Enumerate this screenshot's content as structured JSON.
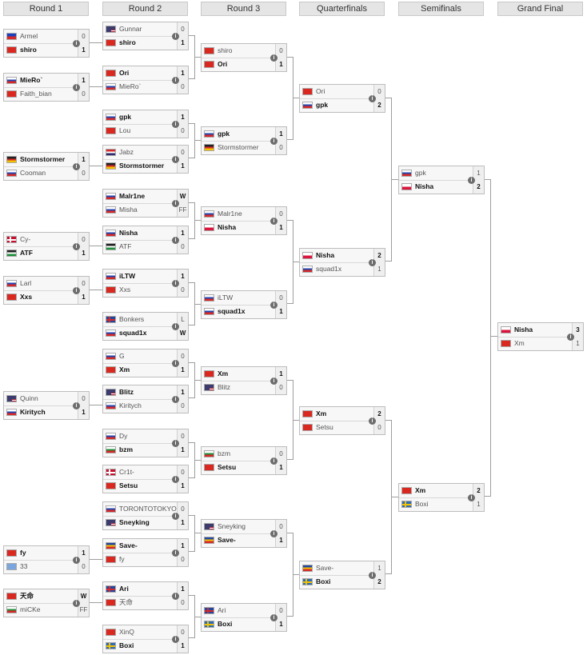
{
  "rounds": [
    "Round 1",
    "Round 2",
    "Round 3",
    "Quarterfinals",
    "Semifinals",
    "Grand Final"
  ],
  "flags": {
    "PH": [
      "#1a3fbf",
      "#d62828"
    ],
    "CN": [
      "#d8281f",
      "#d8281f"
    ],
    "RU": [
      "#ffffff",
      "#2146b0",
      "#d62828"
    ],
    "DE": [
      "#222222",
      "#d62828",
      "#f2c200"
    ],
    "DK": [
      "#c8102e",
      "#ffffff"
    ],
    "PS": [
      "#222222",
      "#ffffff",
      "#1e8f3a"
    ],
    "US": [
      "#b22234",
      "#ffffff",
      "#3c3b6e"
    ],
    "GB": [
      "#2346a0",
      "#d62828"
    ],
    "BG": [
      "#ffffff",
      "#1e8f3a",
      "#d62828"
    ],
    "PL": [
      "#ffffff",
      "#dc143c"
    ],
    "MD": [
      "#2346a0",
      "#f2c200",
      "#d62828"
    ],
    "SE": [
      "#2d6bb5",
      "#f2c200"
    ],
    "UN": [
      "#7aa6dd",
      "#ffffff"
    ],
    "TH": [
      "#d62828",
      "#ffffff",
      "#2d2a6e"
    ]
  },
  "matches": [
    {
      "p": [
        {
          "name": "Armel",
          "flag": "PH",
          "score": "0",
          "win": false
        },
        {
          "name": "shiro",
          "flag": "CN",
          "score": "1",
          "win": true
        }
      ]
    },
    {
      "p": [
        {
          "name": "MieRo`",
          "flag": "RU",
          "score": "1",
          "win": true
        },
        {
          "name": "Faith_bian",
          "flag": "CN",
          "score": "0",
          "win": false
        }
      ]
    },
    {
      "p": [
        {
          "name": "Stormstormer",
          "flag": "DE",
          "score": "1",
          "win": true
        },
        {
          "name": "Cooman",
          "flag": "RU",
          "score": "0",
          "win": false
        }
      ]
    },
    {
      "p": [
        {
          "name": "Cy-",
          "flag": "DK",
          "score": "0",
          "win": false
        },
        {
          "name": "ATF",
          "flag": "PS",
          "score": "1",
          "win": true
        }
      ]
    },
    {
      "p": [
        {
          "name": "Larl",
          "flag": "RU",
          "score": "0",
          "win": false
        },
        {
          "name": "Xxs",
          "flag": "CN",
          "score": "1",
          "win": true
        }
      ]
    },
    {
      "p": [
        {
          "name": "Quinn",
          "flag": "US",
          "score": "0",
          "win": false
        },
        {
          "name": "Kiritych",
          "flag": "RU",
          "score": "1",
          "win": true
        }
      ]
    },
    {
      "p": [
        {
          "name": "fy",
          "flag": "CN",
          "score": "1",
          "win": true
        },
        {
          "name": "33",
          "flag": "UN",
          "score": "0",
          "win": false
        }
      ]
    },
    {
      "p": [
        {
          "name": "天命",
          "flag": "CN",
          "score": "W",
          "win": true
        },
        {
          "name": "miCKe",
          "flag": "BG",
          "score": "FF",
          "win": false
        }
      ]
    },
    {
      "p": [
        {
          "name": "Gunnar",
          "flag": "US",
          "score": "0",
          "win": false
        },
        {
          "name": "shiro",
          "flag": "CN",
          "score": "1",
          "win": true
        }
      ]
    },
    {
      "p": [
        {
          "name": "Ori",
          "flag": "CN",
          "score": "1",
          "win": true
        },
        {
          "name": "MieRo`",
          "flag": "RU",
          "score": "0",
          "win": false
        }
      ]
    },
    {
      "p": [
        {
          "name": "gpk",
          "flag": "RU",
          "score": "1",
          "win": true
        },
        {
          "name": "Lou",
          "flag": "CN",
          "score": "0",
          "win": false
        }
      ]
    },
    {
      "p": [
        {
          "name": "Jabz",
          "flag": "TH",
          "score": "0",
          "win": false
        },
        {
          "name": "Stormstormer",
          "flag": "DE",
          "score": "1",
          "win": true
        }
      ]
    },
    {
      "p": [
        {
          "name": "Malr1ne",
          "flag": "RU",
          "score": "W",
          "win": true
        },
        {
          "name": "Misha",
          "flag": "RU",
          "score": "FF",
          "win": false
        }
      ]
    },
    {
      "p": [
        {
          "name": "Nisha",
          "flag": "RU",
          "score": "1",
          "win": true
        },
        {
          "name": "ATF",
          "flag": "PS",
          "score": "0",
          "win": false
        }
      ]
    },
    {
      "p": [
        {
          "name": "iLTW",
          "flag": "RU",
          "score": "1",
          "win": true
        },
        {
          "name": "Xxs",
          "flag": "CN",
          "score": "0",
          "win": false
        }
      ]
    },
    {
      "p": [
        {
          "name": "Bonkers",
          "flag": "GB",
          "score": "L",
          "win": false
        },
        {
          "name": "squad1x",
          "flag": "RU",
          "score": "W",
          "win": true
        }
      ]
    },
    {
      "p": [
        {
          "name": "G",
          "flag": "RU",
          "score": "0",
          "win": false
        },
        {
          "name": "Xm",
          "flag": "CN",
          "score": "1",
          "win": true
        }
      ]
    },
    {
      "p": [
        {
          "name": "Blitz",
          "flag": "US",
          "score": "1",
          "win": true
        },
        {
          "name": "Kiritych",
          "flag": "RU",
          "score": "0",
          "win": false
        }
      ]
    },
    {
      "p": [
        {
          "name": "Dy",
          "flag": "RU",
          "score": "0",
          "win": false
        },
        {
          "name": "bzm",
          "flag": "BG",
          "score": "1",
          "win": true
        }
      ]
    },
    {
      "p": [
        {
          "name": "Cr1t-",
          "flag": "DK",
          "score": "0",
          "win": false
        },
        {
          "name": "Setsu",
          "flag": "CN",
          "score": "1",
          "win": true
        }
      ]
    },
    {
      "p": [
        {
          "name": "TORONTOTOKYO",
          "flag": "RU",
          "score": "0",
          "win": false
        },
        {
          "name": "Sneyking",
          "flag": "US",
          "score": "1",
          "win": true
        }
      ]
    },
    {
      "p": [
        {
          "name": "Save-",
          "flag": "MD",
          "score": "1",
          "win": true
        },
        {
          "name": "fy",
          "flag": "CN",
          "score": "0",
          "win": false
        }
      ]
    },
    {
      "p": [
        {
          "name": "Ari",
          "flag": "GB",
          "score": "1",
          "win": true
        },
        {
          "name": "天命",
          "flag": "CN",
          "score": "0",
          "win": false
        }
      ]
    },
    {
      "p": [
        {
          "name": "XinQ",
          "flag": "CN",
          "score": "0",
          "win": false
        },
        {
          "name": "Boxi",
          "flag": "SE",
          "score": "1",
          "win": true
        }
      ]
    },
    {
      "p": [
        {
          "name": "shiro",
          "flag": "CN",
          "score": "0",
          "win": false
        },
        {
          "name": "Ori",
          "flag": "CN",
          "score": "1",
          "win": true
        }
      ]
    },
    {
      "p": [
        {
          "name": "gpk",
          "flag": "RU",
          "score": "1",
          "win": true
        },
        {
          "name": "Stormstormer",
          "flag": "DE",
          "score": "0",
          "win": false
        }
      ]
    },
    {
      "p": [
        {
          "name": "Malr1ne",
          "flag": "RU",
          "score": "0",
          "win": false
        },
        {
          "name": "Nisha",
          "flag": "PL",
          "score": "1",
          "win": true
        }
      ]
    },
    {
      "p": [
        {
          "name": "iLTW",
          "flag": "RU",
          "score": "0",
          "win": false
        },
        {
          "name": "squad1x",
          "flag": "RU",
          "score": "1",
          "win": true
        }
      ]
    },
    {
      "p": [
        {
          "name": "Xm",
          "flag": "CN",
          "score": "1",
          "win": true
        },
        {
          "name": "Blitz",
          "flag": "US",
          "score": "0",
          "win": false
        }
      ]
    },
    {
      "p": [
        {
          "name": "bzm",
          "flag": "BG",
          "score": "0",
          "win": false
        },
        {
          "name": "Setsu",
          "flag": "CN",
          "score": "1",
          "win": true
        }
      ]
    },
    {
      "p": [
        {
          "name": "Sneyking",
          "flag": "US",
          "score": "0",
          "win": false
        },
        {
          "name": "Save-",
          "flag": "MD",
          "score": "1",
          "win": true
        }
      ]
    },
    {
      "p": [
        {
          "name": "Ari",
          "flag": "GB",
          "score": "0",
          "win": false
        },
        {
          "name": "Boxi",
          "flag": "SE",
          "score": "1",
          "win": true
        }
      ]
    },
    {
      "p": [
        {
          "name": "Ori",
          "flag": "CN",
          "score": "0",
          "win": false
        },
        {
          "name": "gpk",
          "flag": "RU",
          "score": "2",
          "win": true
        }
      ]
    },
    {
      "p": [
        {
          "name": "Nisha",
          "flag": "PL",
          "score": "2",
          "win": true
        },
        {
          "name": "squad1x",
          "flag": "RU",
          "score": "1",
          "win": false
        }
      ]
    },
    {
      "p": [
        {
          "name": "Xm",
          "flag": "CN",
          "score": "2",
          "win": true
        },
        {
          "name": "Setsu",
          "flag": "CN",
          "score": "0",
          "win": false
        }
      ]
    },
    {
      "p": [
        {
          "name": "Save-",
          "flag": "MD",
          "score": "1",
          "win": false
        },
        {
          "name": "Boxi",
          "flag": "SE",
          "score": "2",
          "win": true
        }
      ]
    },
    {
      "p": [
        {
          "name": "gpk",
          "flag": "RU",
          "score": "1",
          "win": false
        },
        {
          "name": "Nisha",
          "flag": "PL",
          "score": "2",
          "win": true
        }
      ]
    },
    {
      "p": [
        {
          "name": "Xm",
          "flag": "CN",
          "score": "2",
          "win": true
        },
        {
          "name": "Boxi",
          "flag": "SE",
          "score": "1",
          "win": false
        }
      ]
    },
    {
      "p": [
        {
          "name": "Nisha",
          "flag": "PL",
          "score": "3",
          "win": true
        },
        {
          "name": "Xm",
          "flag": "CN",
          "score": "1",
          "win": false
        }
      ]
    }
  ]
}
